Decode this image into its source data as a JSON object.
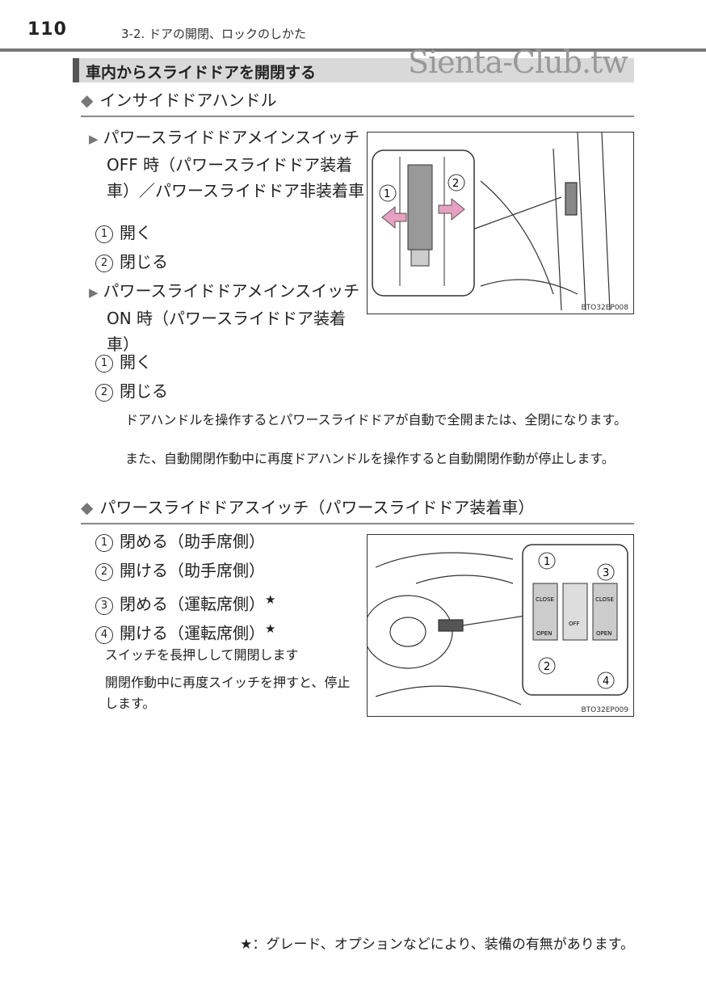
{
  "header": {
    "page_number": "110",
    "chapter": "3-2. ドアの開閉、ロックのしかた"
  },
  "watermark": "Sienta-Club.tw",
  "section_title": "車内からスライドドアを開閉する",
  "inside_handle": {
    "title": "インサイドドアハンドル",
    "case1": "パワースライドドアメインスイッチ OFF 時（パワースライドドア装着車）／パワースライドドア非装着車",
    "case1_items": [
      {
        "n": "1",
        "label": "開く"
      },
      {
        "n": "2",
        "label": "閉じる"
      }
    ],
    "case2": "パワースライドドアメインスイッチ ON 時（パワースライドドア装着車）",
    "case2_items": [
      {
        "n": "1",
        "label": "開く"
      },
      {
        "n": "2",
        "label": "閉じる"
      }
    ],
    "note1": "ドアハンドルを操作するとパワースライドドアが自動で全開または、全閉になります。",
    "note2": "また、自動開閉作動中に再度ドアハンドルを操作すると自動開閉作動が停止します。",
    "figure_code": "BTO32EP008",
    "arrow_color": "#e8a0c0"
  },
  "power_switch": {
    "title": "パワースライドドアスイッチ（パワースライドドア装着車）",
    "items": [
      {
        "n": "1",
        "label": "閉める（助手席側）",
        "star": ""
      },
      {
        "n": "2",
        "label": "開ける（助手席側）",
        "star": ""
      },
      {
        "n": "3",
        "label": "閉める（運転席側）",
        "star": "★"
      },
      {
        "n": "4",
        "label": "開ける（運転席側）",
        "star": "★"
      }
    ],
    "text1": "スイッチを長押しして開閉します",
    "text2": "開閉作動中に再度スイッチを押すと、停止します。",
    "figure_code": "BTO32EP009",
    "switch_labels": {
      "close": "CLOSE",
      "open": "OPEN",
      "off": "OFF"
    }
  },
  "footnote": "★：グレード、オプションなどにより、装備の有無があります。"
}
